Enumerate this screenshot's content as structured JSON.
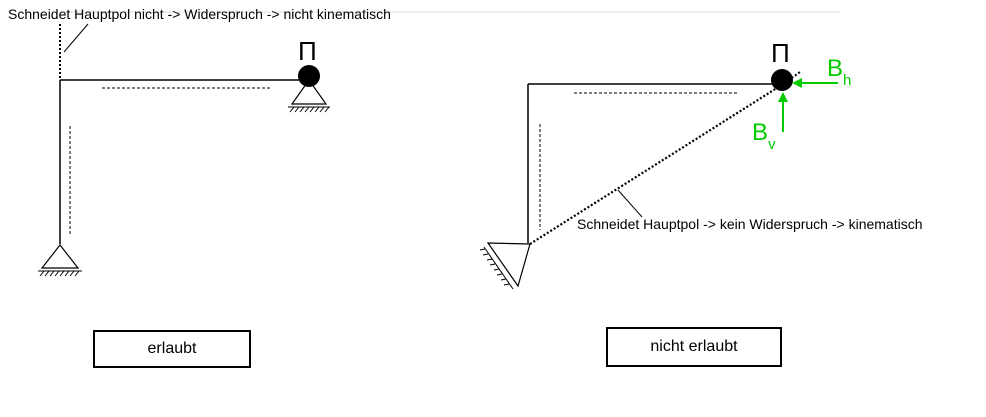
{
  "left_panel": {
    "annotation": "Schneidet Hauptpol nicht -> Widerspruch -> nicht kinematisch",
    "pole_symbol": "Π",
    "status": "erlaubt"
  },
  "right_panel": {
    "annotation": "Schneidet Hauptpol -> kein Widerspruch -> kinematisch",
    "pole_symbol": "Π",
    "force_h": {
      "letter": "B",
      "subscript": "h"
    },
    "force_v": {
      "letter": "B",
      "subscript": "v"
    },
    "status": "nicht erlaubt"
  },
  "colors": {
    "line": "#000000",
    "force": "#00cc00",
    "background": "#ffffff"
  }
}
